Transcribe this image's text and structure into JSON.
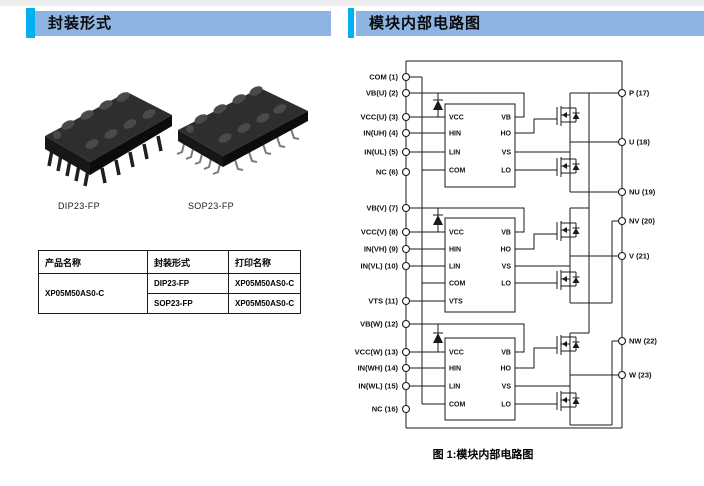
{
  "left_panel": {
    "title": "封装形式",
    "package_labels": [
      "DIP23-FP",
      "SOP23-FP"
    ],
    "table": {
      "headers": [
        "产品名称",
        "封装形式",
        "打印名称"
      ],
      "product_name": "XP05M50AS0-C",
      "rows": [
        {
          "package": "DIP23-FP",
          "marking": "XP05M50AS0-C"
        },
        {
          "package": "SOP23-FP",
          "marking": "XP05M50AS0-C"
        }
      ]
    }
  },
  "right_panel": {
    "title": "模块内部电路图",
    "caption": "图 1:模块内部电路图",
    "pins_left": [
      "COM (1)",
      "VB(U) (2)",
      "VCC(U) (3)",
      "IN(UH) (4)",
      "IN(UL) (5)",
      "NC (6)",
      "VB(V) (7)",
      "VCC(V) (8)",
      "IN(VH) (9)",
      "IN(VL) (10)",
      "VTS (11)",
      "VB(W) (12)",
      "VCC(W) (13)",
      "IN(WH) (14)",
      "IN(WL) (15)",
      "NC (16)"
    ],
    "pins_right": [
      "P (17)",
      "U (18)",
      "NU (19)",
      "NV (20)",
      "V (21)",
      "NW (22)",
      "W (23)"
    ],
    "ic_pins": {
      "left": [
        "VCC",
        "HIN",
        "LIN",
        "COM"
      ],
      "vts": "VTS",
      "right": [
        "VB",
        "HO",
        "VS",
        "LO"
      ]
    }
  },
  "colors": {
    "section_bar": "#8db4e2",
    "accent": "#00b0f0",
    "line": "#1a1a1a"
  }
}
